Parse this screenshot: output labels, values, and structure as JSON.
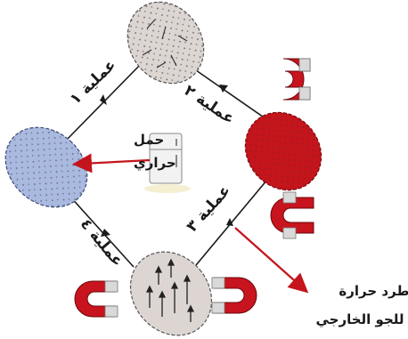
{
  "labels": {
    "process1": "عملية ١",
    "process2": "عملية ٢",
    "process3": "عملية ٣",
    "process4": "عملية ٤",
    "heat_absorption_line1": "حمل",
    "heat_absorption_line2": "حراري",
    "heat_rejection_line1": "طرد حرارة",
    "heat_rejection_line2": "للجو الخارجي"
  },
  "colors": {
    "cycle_line": "#1a1a1a",
    "neutral_sample": "#dcd5d2",
    "cold_sample": "#a9b9e0",
    "magnetized_sample": "#c4141c",
    "magnet_red": "#c8141e",
    "magnet_pole": "#d9d9d9",
    "heat_arrow": "#c4141c"
  },
  "icons": [
    "magnet-icon",
    "refrigerator-icon",
    "dipole-arrow-icon"
  ]
}
